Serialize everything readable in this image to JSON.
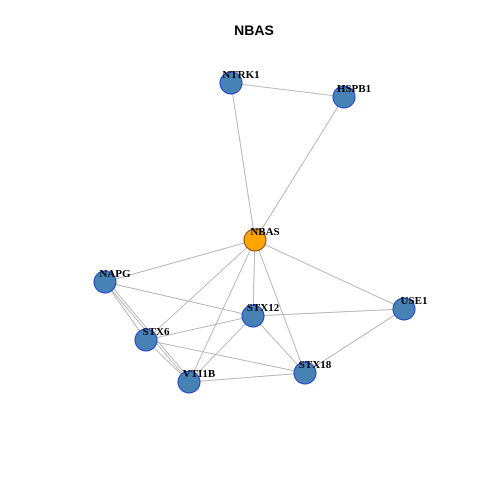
{
  "title": "NBAS",
  "colors": {
    "center_fill": "#FFA500",
    "center_stroke": "#8B4513",
    "node_fill": "#4682B4",
    "node_stroke": "#1E3FCC",
    "edge": "#A9A9A9",
    "background": "#FFFFFF"
  },
  "nodes": [
    {
      "id": "NTRK1",
      "label": "NTRK1",
      "center": false
    },
    {
      "id": "HSPB1",
      "label": "HSPB1",
      "center": false
    },
    {
      "id": "NBAS",
      "label": "NBAS",
      "center": true
    },
    {
      "id": "NAPG",
      "label": "NAPG",
      "center": false
    },
    {
      "id": "STX12",
      "label": "STX12",
      "center": false
    },
    {
      "id": "USE1",
      "label": "USE1",
      "center": false
    },
    {
      "id": "STX6",
      "label": "STX6",
      "center": false
    },
    {
      "id": "VTI1B",
      "label": "VTI1B",
      "center": false
    },
    {
      "id": "STX18",
      "label": "STX18",
      "center": false
    }
  ],
  "edges": [
    [
      "NTRK1",
      "HSPB1"
    ],
    [
      "NTRK1",
      "NBAS"
    ],
    [
      "HSPB1",
      "NBAS"
    ],
    [
      "NBAS",
      "NAPG"
    ],
    [
      "NBAS",
      "STX12"
    ],
    [
      "NBAS",
      "USE1"
    ],
    [
      "NBAS",
      "STX6"
    ],
    [
      "NBAS",
      "VTI1B"
    ],
    [
      "NBAS",
      "STX18"
    ],
    [
      "NAPG",
      "STX12"
    ],
    [
      "NAPG",
      "STX6"
    ],
    [
      "NAPG",
      "VTI1B"
    ],
    [
      "NAPG",
      "VTI1B"
    ],
    [
      "STX12",
      "USE1"
    ],
    [
      "STX12",
      "STX6"
    ],
    [
      "STX12",
      "VTI1B"
    ],
    [
      "STX12",
      "STX18"
    ],
    [
      "USE1",
      "STX18"
    ],
    [
      "STX6",
      "VTI1B"
    ],
    [
      "STX6",
      "STX18"
    ],
    [
      "VTI1B",
      "STX18"
    ]
  ]
}
